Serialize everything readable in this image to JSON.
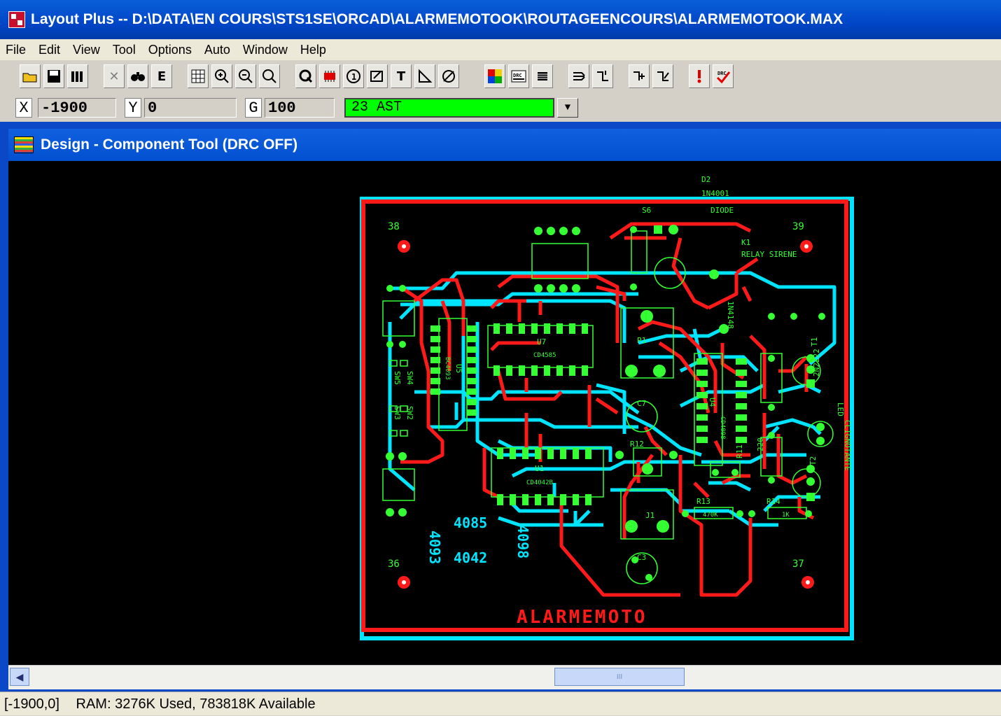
{
  "window": {
    "title": "Layout Plus -- D:\\DATA\\EN COURS\\STS1SE\\ORCAD\\ALARMEMOTOOK\\ROUTAGEENCOURS\\ALARMEMOTOOK.MAX"
  },
  "menu": [
    "File",
    "Edit",
    "View",
    "Tool",
    "Options",
    "Auto",
    "Window",
    "Help"
  ],
  "toolbar": {
    "icons": [
      "open-icon",
      "save-icon",
      "library-icon",
      "delete-icon",
      "find-icon",
      "edit-icon",
      "spreadsheet-icon",
      "zoom-in-icon",
      "zoom-out-icon",
      "zoom-all-icon",
      "query-icon",
      "component-icon",
      "pad-icon",
      "obstacle-icon",
      "text-icon",
      "connection-icon",
      "error-icon",
      "color-icon",
      "drc-icon",
      "reconnect-icon",
      "autoplace-icon",
      "autoroute-icon",
      "cleanup-icon",
      "shove-icon",
      "online-drc-icon",
      "design-rule-icon"
    ],
    "glyphs": {
      "edit": "E",
      "text": "T",
      "find": "♝"
    }
  },
  "coords": {
    "x_label": "X",
    "x_value": "-1900",
    "y_label": "Y",
    "y_value": "0",
    "g_label": "G",
    "g_value": "100",
    "layer": "23 AST"
  },
  "design_window": {
    "title": "Design - Component Tool (DRC OFF)"
  },
  "board": {
    "title": "ALARMEMOTO",
    "mount_holes": [
      "38",
      "39",
      "36",
      "37"
    ],
    "labels": [
      "D2",
      "1N4001",
      "DIODE",
      "K1",
      "RELAY SIRENE",
      "1N4148",
      "U7",
      "CD4585",
      "U5",
      "BC4093",
      "U1",
      "CD4042B",
      "U4",
      "CD4098",
      "R12",
      "R13",
      "470K",
      "R14",
      "1K",
      "R11",
      "220",
      "T1",
      "T2",
      "2N2222",
      "LED",
      "CLIGNOTANTE",
      "P1",
      "C7",
      "C3",
      "J1",
      "SW5",
      "SW4",
      "SW3",
      "SW2",
      "S6"
    ],
    "silk_text": [
      "4085",
      "4042",
      "4093",
      "4098"
    ]
  },
  "colors": {
    "top_layer": "#ff1a1a",
    "bottom_layer": "#00e5ff",
    "pads": "#33ff33",
    "board_outline": "#00e5ff"
  },
  "status": {
    "coord": "[-1900,0]",
    "memory": "RAM: 3276K Used, 783818K Available"
  },
  "scrollbar": {
    "thumb_grip": "III"
  }
}
